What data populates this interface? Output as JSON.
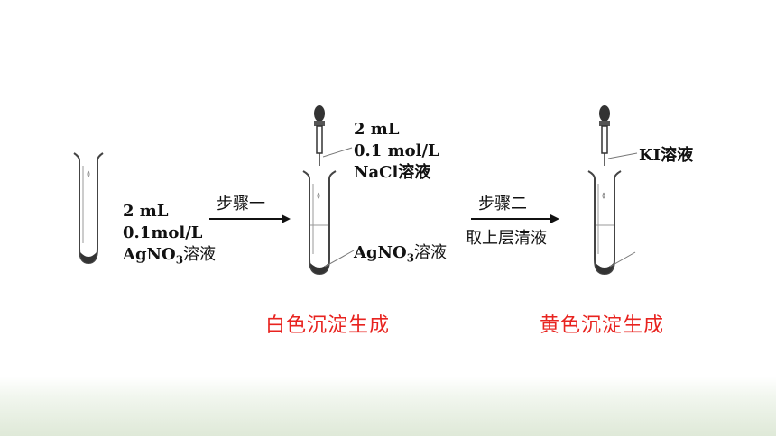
{
  "tube1": {
    "line1": "2 mL",
    "line2": "0.1mol/L",
    "line3_prefix": "AgNO",
    "line3_sub": "3",
    "line3_suffix": "溶液"
  },
  "arrow1": {
    "top_label": "步骤一"
  },
  "tube2": {
    "dropper_line1": "2 mL",
    "dropper_line2": "0.1 mol/L",
    "dropper_line3": "NaCl溶液",
    "tube_prefix": "AgNO",
    "tube_sub": "3",
    "tube_suffix": "溶液"
  },
  "arrow2": {
    "top_label": "步骤二",
    "bottom_label": "取上层清液"
  },
  "tube3": {
    "dropper_label": "KI溶液"
  },
  "results": {
    "white": "白色沉淀生成",
    "yellow": "黄色沉淀生成"
  },
  "colors": {
    "result_text": "#e8231f",
    "background_band": "#dfe9d8"
  }
}
